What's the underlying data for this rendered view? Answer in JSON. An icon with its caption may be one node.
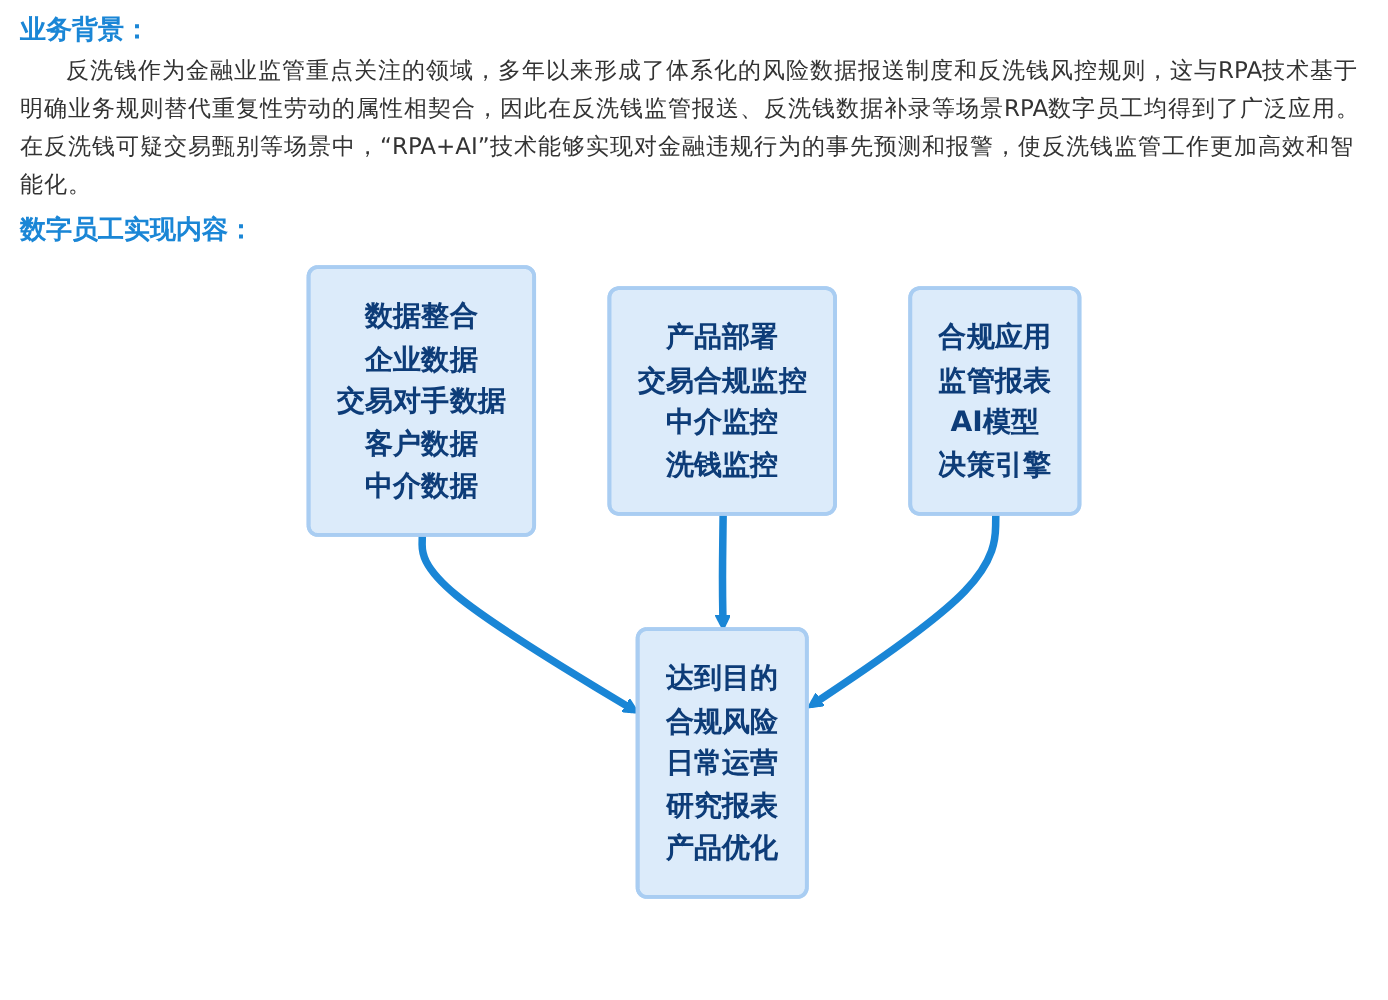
{
  "diagram": {
    "nodes": [
      {
        "text": [
          "数据整合",
          "企业数据",
          "交易对手数据",
          "客户数据",
          "中介数据"
        ]
      },
      {
        "text": [
          "产品部署",
          "交易合规监控",
          "中介监控",
          "洗钱监控"
        ]
      },
      {
        "text": [
          "合规应用",
          "监管报表",
          "AI模型",
          "决策引擎"
        ]
      },
      {
        "text": [
          "达到目的",
          "合规风险",
          "日常运营",
          "研究报表",
          "产品优化"
        ]
      }
    ],
    "edges": [
      {
        "from": 0,
        "to": 3,
        "arrow": "to"
      },
      {
        "from": 1,
        "to": 3,
        "arrow": "to"
      },
      {
        "from": 2,
        "to": 3,
        "arrow": "to"
      }
    ],
    "labels": [
      "业务背景：",
      "反洗钱作为金融业监管重点关注的领域，多年以来形成了体系化的风险数据报送制度和反洗钱风控规则，这与RPA技术基于明确业务规则替代重复性劳动的属性相契合，因此在反洗钱监管报送、反洗钱数据补录等场景RPA数字员工均得到了广泛应用。在反洗钱可疑交易甄别等场景中，“RPA+AI”技术能够实现对金融违规行为的事先预测和报警，使反洗钱监管工作更加高效和智能化。",
      "数字员工实现内容："
    ]
  }
}
